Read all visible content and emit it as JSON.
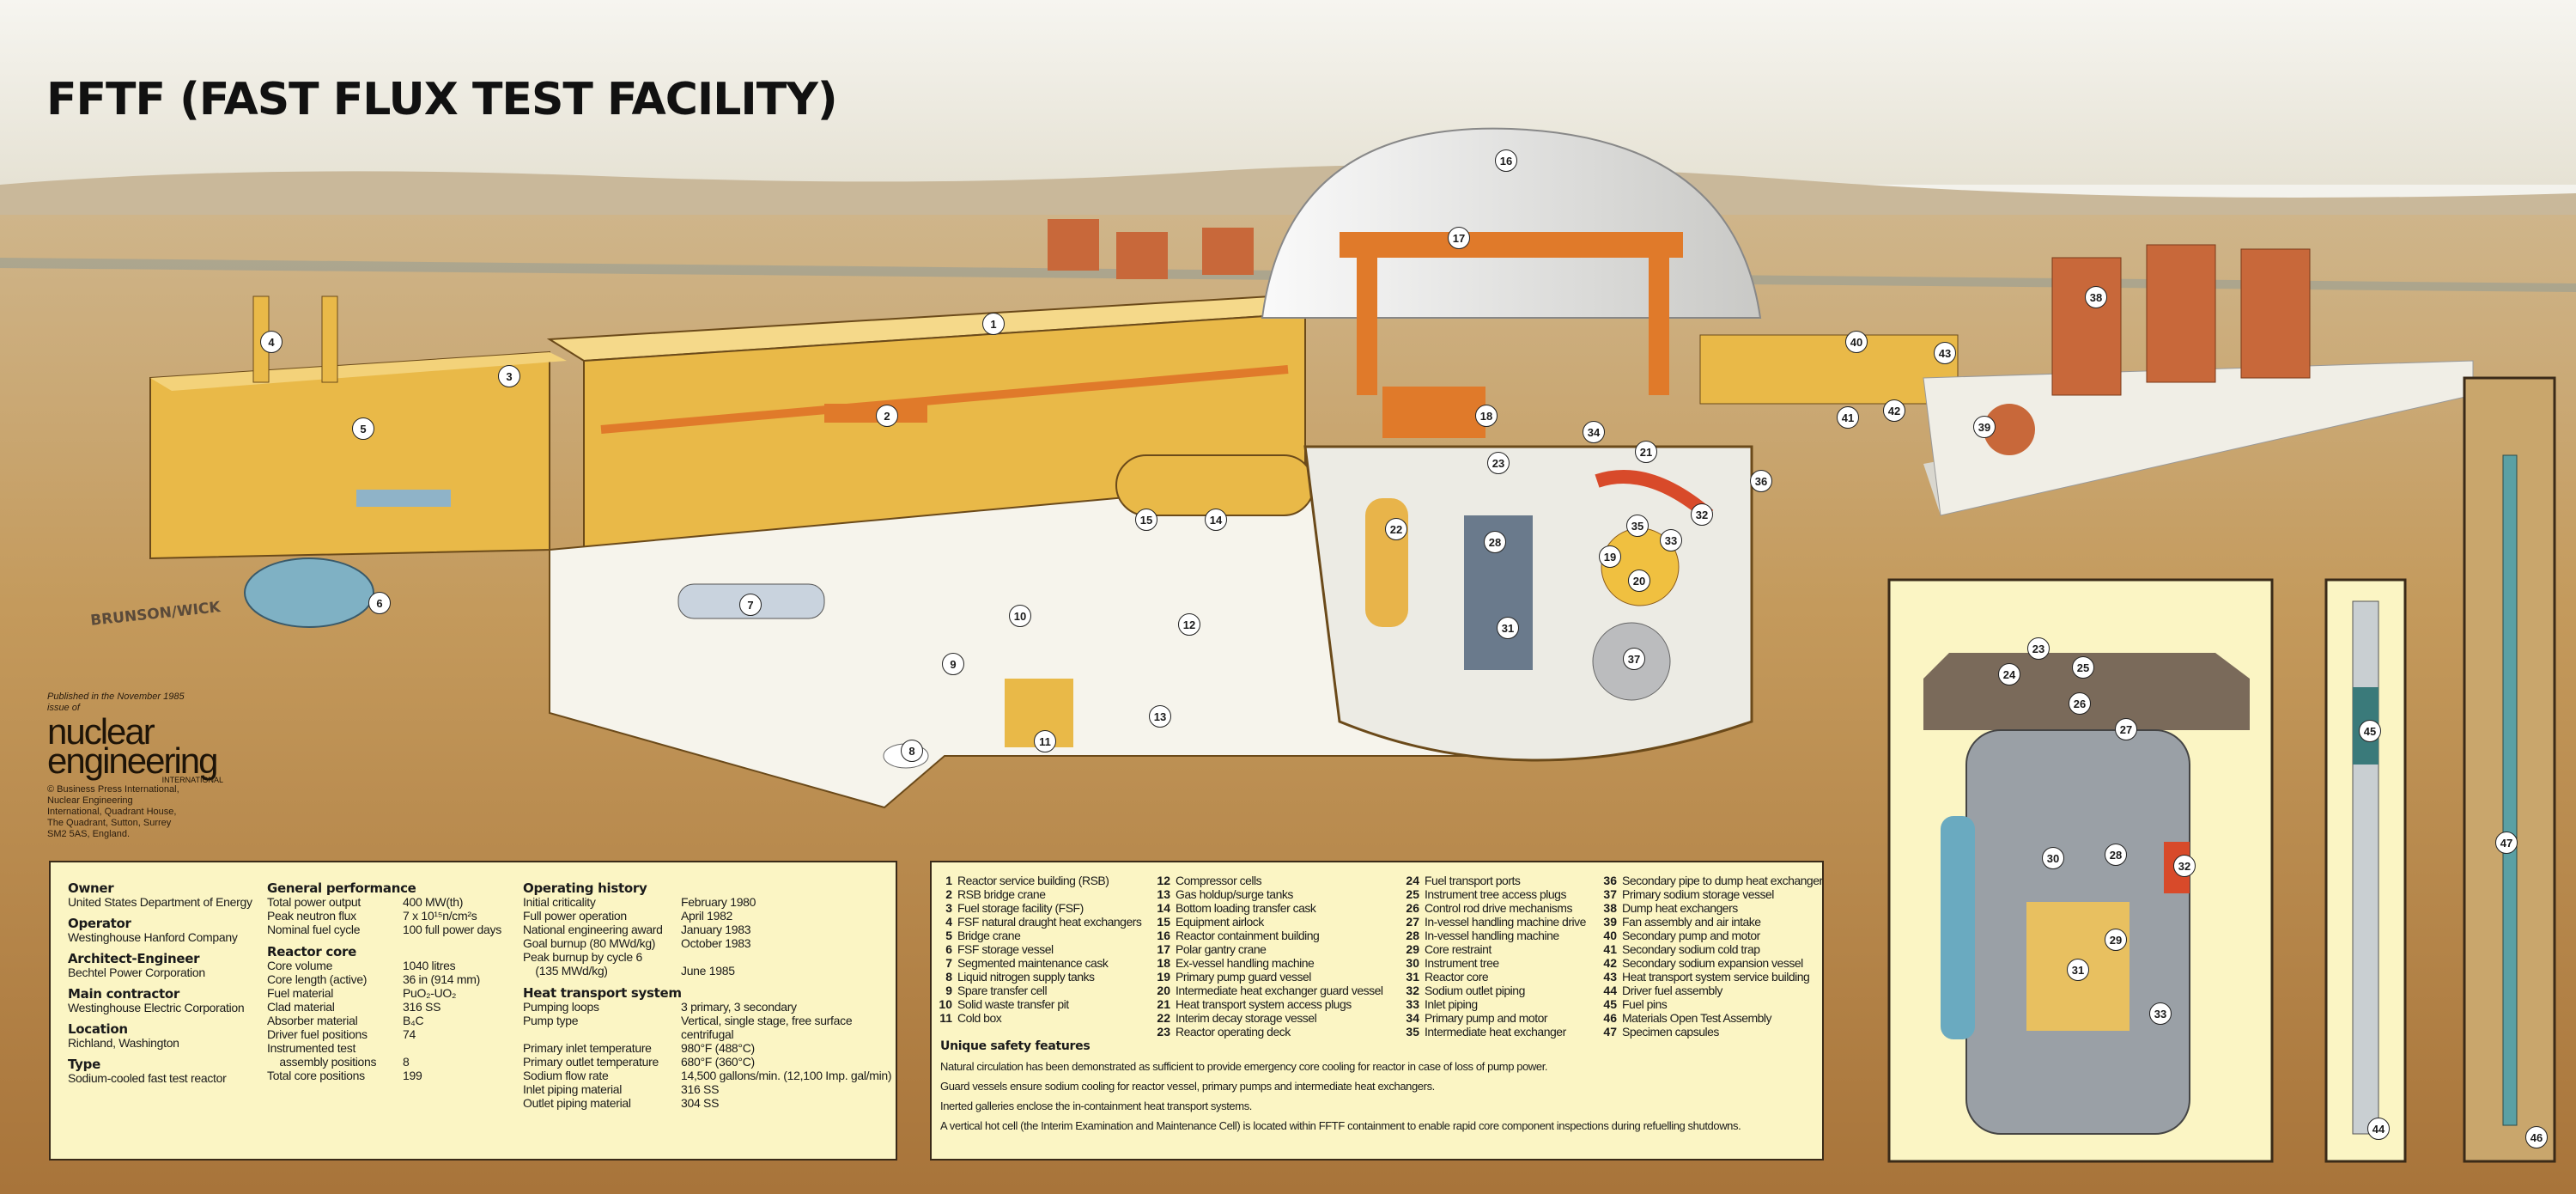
{
  "title": "FFTF (FAST FLUX TEST FACILITY)",
  "signature": "BRUNSON/WICK",
  "publisher": {
    "line1": "Published in the November 1985",
    "line2": "issue of",
    "logo_top": "nuclear",
    "logo_bottom": "engineering",
    "logo_sub": "INTERNATIONAL",
    "address": [
      "© Business Press International,",
      "Nuclear Engineering",
      "International, Quadrant House,",
      "The Quadrant, Sutton, Surrey",
      "SM2 5AS, England."
    ]
  },
  "facts": [
    {
      "heading": "Owner",
      "value": "United States Department of Energy"
    },
    {
      "heading": "Operator",
      "value": "Westinghouse Hanford Company"
    },
    {
      "heading": "Architect-Engineer",
      "value": "Bechtel Power Corporation"
    },
    {
      "heading": "Main contractor",
      "value": "Westinghouse Electric Corporation"
    },
    {
      "heading": "Location",
      "value": "Richland, Washington"
    },
    {
      "heading": "Type",
      "value": "Sodium-cooled fast test reactor"
    }
  ],
  "general_performance": {
    "heading": "General performance",
    "rows": [
      {
        "k": "Total power output",
        "v": "400 MW(th)"
      },
      {
        "k": "Peak neutron flux",
        "v": "7 x 10¹⁵n/cm²s"
      },
      {
        "k": "Nominal fuel cycle",
        "v": "100 full power days"
      }
    ]
  },
  "reactor_core": {
    "heading": "Reactor core",
    "rows": [
      {
        "k": "Core volume",
        "v": "1040 litres"
      },
      {
        "k": "Core length (active)",
        "v": "36 in  (914 mm)"
      },
      {
        "k": "Fuel material",
        "v": "PuO₂-UO₂"
      },
      {
        "k": "Clad material",
        "v": "316 SS"
      },
      {
        "k": "Absorber material",
        "v": "B₄C"
      },
      {
        "k": "Driver fuel positions",
        "v": "74"
      },
      {
        "k": "Instrumented test",
        "v": ""
      },
      {
        "k": "    assembly positions",
        "v": "8"
      },
      {
        "k": "Total core positions",
        "v": "199"
      }
    ]
  },
  "operating_history": {
    "heading": "Operating history",
    "rows": [
      {
        "k": "Initial criticality",
        "v": "February 1980"
      },
      {
        "k": "Full power operation",
        "v": "April 1982"
      },
      {
        "k": "National engineering award",
        "v": "January 1983"
      },
      {
        "k": "Goal burnup (80 MWd/kg)",
        "v": "October 1983"
      },
      {
        "k": "Peak burnup by cycle 6",
        "v": ""
      },
      {
        "k": "    (135 MWd/kg)",
        "v": "June 1985"
      }
    ]
  },
  "heat_transport": {
    "heading": "Heat transport system",
    "rows": [
      {
        "k": "Pumping loops",
        "v": "3 primary, 3 secondary"
      },
      {
        "k": "Pump type",
        "v": "Vertical, single stage, free surface centrifugal"
      },
      {
        "k": "Primary inlet temperature",
        "v": "980°F (488°C)"
      },
      {
        "k": "Primary outlet temperature",
        "v": "680°F (360°C)"
      },
      {
        "k": "Sodium flow rate",
        "v": "14,500 gallons/min. (12,100 Imp. gal/min)"
      },
      {
        "k": "Inlet piping material",
        "v": "316 SS"
      },
      {
        "k": "Outlet piping material",
        "v": "304 SS"
      }
    ]
  },
  "legend": [
    {
      "n": "1",
      "t": "Reactor service building (RSB)"
    },
    {
      "n": "2",
      "t": "RSB bridge crane"
    },
    {
      "n": "3",
      "t": "Fuel storage facility (FSF)"
    },
    {
      "n": "4",
      "t": "FSF natural draught heat exchangers"
    },
    {
      "n": "5",
      "t": "Bridge crane"
    },
    {
      "n": "6",
      "t": "FSF storage vessel"
    },
    {
      "n": "7",
      "t": "Segmented maintenance cask"
    },
    {
      "n": "8",
      "t": "Liquid nitrogen supply tanks"
    },
    {
      "n": "9",
      "t": "Spare transfer cell"
    },
    {
      "n": "10",
      "t": "Solid waste transfer pit"
    },
    {
      "n": "11",
      "t": "Cold box"
    },
    {
      "n": "12",
      "t": "Compressor cells"
    },
    {
      "n": "13",
      "t": "Gas holdup/surge tanks"
    },
    {
      "n": "14",
      "t": "Bottom loading transfer cask"
    },
    {
      "n": "15",
      "t": "Equipment airlock"
    },
    {
      "n": "16",
      "t": "Reactor containment building"
    },
    {
      "n": "17",
      "t": "Polar gantry crane"
    },
    {
      "n": "18",
      "t": "Ex-vessel handling machine"
    },
    {
      "n": "19",
      "t": "Primary pump guard vessel"
    },
    {
      "n": "20",
      "t": "Intermediate heat exchanger guard vessel"
    },
    {
      "n": "21",
      "t": "Heat transport system access plugs"
    },
    {
      "n": "22",
      "t": "Interim decay storage vessel"
    },
    {
      "n": "23",
      "t": "Reactor operating deck"
    },
    {
      "n": "24",
      "t": "Fuel transport ports"
    },
    {
      "n": "25",
      "t": "Instrument tree access plugs"
    },
    {
      "n": "26",
      "t": "Control rod drive mechanisms"
    },
    {
      "n": "27",
      "t": "In-vessel handling machine drive"
    },
    {
      "n": "28",
      "t": "In-vessel handling machine"
    },
    {
      "n": "29",
      "t": "Core restraint"
    },
    {
      "n": "30",
      "t": "Instrument tree"
    },
    {
      "n": "31",
      "t": "Reactor core"
    },
    {
      "n": "32",
      "t": "Sodium outlet piping"
    },
    {
      "n": "33",
      "t": "Inlet piping"
    },
    {
      "n": "34",
      "t": "Primary pump and motor"
    },
    {
      "n": "35",
      "t": "Intermediate heat exchanger"
    },
    {
      "n": "36",
      "t": "Secondary pipe to dump heat exchanger"
    },
    {
      "n": "37",
      "t": "Primary sodium storage vessel"
    },
    {
      "n": "38",
      "t": "Dump heat exchangers"
    },
    {
      "n": "39",
      "t": "Fan assembly and air intake"
    },
    {
      "n": "40",
      "t": "Secondary pump and motor"
    },
    {
      "n": "41",
      "t": "Secondary sodium cold trap"
    },
    {
      "n": "42",
      "t": "Secondary sodium expansion vessel"
    },
    {
      "n": "43",
      "t": "Heat transport system service building"
    },
    {
      "n": "44",
      "t": "Driver fuel assembly"
    },
    {
      "n": "45",
      "t": "Fuel pins"
    },
    {
      "n": "46",
      "t": "Materials Open Test Assembly"
    },
    {
      "n": "47",
      "t": "Specimen capsules"
    }
  ],
  "safety": {
    "heading": "Unique safety features",
    "paragraphs": [
      "Natural circulation has been demonstrated as sufficient to provide emergency core cooling for reactor in case of loss of pump power.",
      "Guard vessels ensure sodium cooling for reactor vessel, primary pumps and intermediate heat exchangers.",
      "Inerted galleries enclose the in-containment heat transport systems.",
      "A vertical hot cell (the Interim Examination and Maintenance Cell) is located within FFTF containment to enable rapid core component inspections during refuelling shutdowns."
    ]
  },
  "main_callouts": [
    "1",
    "2",
    "3",
    "4",
    "5",
    "6",
    "7",
    "8",
    "9",
    "10",
    "11",
    "12",
    "13",
    "14",
    "15",
    "16",
    "17",
    "18",
    "19",
    "20",
    "21",
    "22",
    "23",
    "28",
    "31",
    "32",
    "33",
    "34",
    "35",
    "36",
    "37",
    "38",
    "39",
    "40",
    "41",
    "42",
    "43"
  ],
  "inset_callouts": [
    "23",
    "24",
    "25",
    "26",
    "27",
    "28",
    "29",
    "30",
    "31",
    "32",
    "33",
    "44",
    "45",
    "46",
    "47"
  ],
  "colors": {
    "building": "#e9b948",
    "crane": "#e07a2a",
    "dome": "#ececea",
    "ground": "#a8743a",
    "box": "#fbf5c4"
  }
}
